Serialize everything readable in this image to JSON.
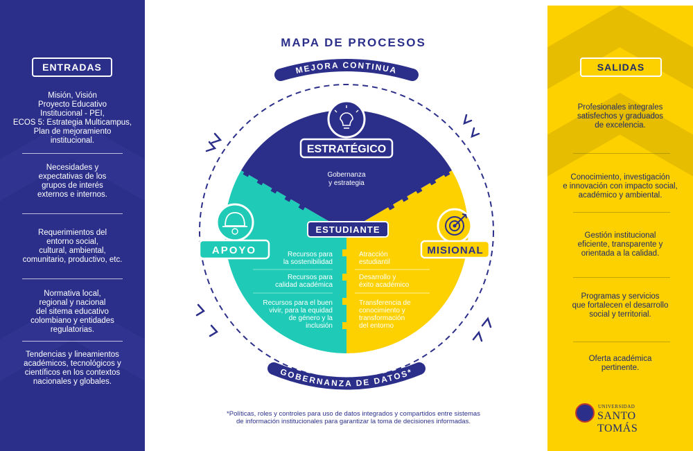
{
  "title": "MAPA DE PROCESOS",
  "entradas": {
    "title": "ENTRADAS",
    "items": [
      "Misión, Visión\nProyecto Educativo\nInstitucional - PEI,\nECOS 5: Estrategia Multicampus,\nPlan de mejoramiento\ninstitucional.",
      "Necesidades y\nexpectativas de los\ngrupos de interés\nexternos e internos.",
      "Requerimientos del\nentorno social,\ncultural, ambiental,\ncomunitario, productivo, etc.",
      "Normativa local,\nregional y nacional\ndel sitema educativo\ncolombiano y entidades\nregulatorias.",
      "Tendencias y lineamientos\nacadémicos, tecnológicos y\ncientíficos en los contextos\nnacionales y globales."
    ]
  },
  "salidas": {
    "title": "SALIDAS",
    "items": [
      "Profesionales integrales\nsatisfechos y graduados\nde excelencia.",
      "Conocimiento, investigación\ne innovación con impacto social,\nacadémico y ambiental.",
      "Gestión institucional\neficiente, transparente y\norientada a la calidad.",
      "Programas y servicios\nque fortalecen el desarrollo\nsocial y territorial.",
      "Oferta académica\npertinente."
    ]
  },
  "diagram": {
    "top_arc_label": "MEJORA CONTINUA",
    "bottom_arc_label": "GOBERNANZA DE DATOS*",
    "estrategico": {
      "label": "ESTRATÉGICO",
      "desc_1": "Gobernanza",
      "desc_2": "y estrategia"
    },
    "estudiante": "ESTUDIANTE",
    "apoyo": {
      "label": "APOYO",
      "items": [
        [
          "Recursos para",
          "la sostenibilidad"
        ],
        [
          "Recursos para",
          "calidad académica"
        ],
        [
          "Recursos para el buen",
          "vivir, para la equidad",
          "de género y la",
          "inclusión"
        ]
      ]
    },
    "misional": {
      "label": "MISIONAL",
      "items": [
        [
          "Atracción",
          "estudiantil"
        ],
        [
          "Desarrollo y",
          "éxito académico"
        ],
        [
          "Transferencia de",
          "conocimiento y",
          "transformación",
          "del entorno"
        ]
      ]
    },
    "icons": {
      "estrategico": "lightbulb-icon",
      "apoyo": "hardhat-gear-icon",
      "misional": "target-icon"
    }
  },
  "footnote": "*Políticas, roles y controles para uso de datos integrados y compartidos entre sistemas\nde información institucionales para garantizar la toma de decisiones informadas.",
  "logo": {
    "small": "UNIVERSIDAD",
    "main": "SANTO TOMÁS"
  },
  "colors": {
    "navy": "#2b2f8a",
    "yellow": "#fdd100",
    "teal": "#1fcbb6",
    "white": "#ffffff"
  }
}
